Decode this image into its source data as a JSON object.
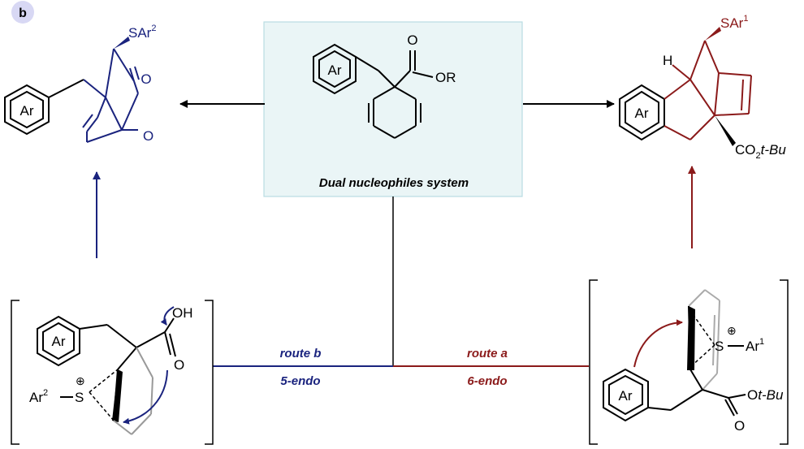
{
  "panel": {
    "badge": "b"
  },
  "center": {
    "ring_label": "Ar",
    "ester_o": "O",
    "ester_or": "OR",
    "caption": "Dual nucleophiles system"
  },
  "left_product": {
    "ring_label": "Ar",
    "sar": "SAr",
    "sar_sup": "2",
    "carbonyl_o": "O",
    "ring_o": "O",
    "color": "#1a237e"
  },
  "right_product": {
    "ring_label": "Ar",
    "h": "H",
    "sar": "SAr",
    "sar_sup": "1",
    "co2": "CO",
    "co2_sub": "2",
    "tbu": "t-Bu",
    "color": "#8b1a1a"
  },
  "left_intermediate": {
    "ring_label": "Ar",
    "oh": "OH",
    "carbonyl_o": "O",
    "sulfonium_plus": "⊕",
    "ar2": "Ar",
    "ar2_sup": "2",
    "s_label": "S"
  },
  "right_intermediate": {
    "ring_label": "Ar",
    "sulfonium_plus": "⊕",
    "s_label": "S",
    "ar1": "Ar",
    "ar1_sup": "1",
    "otbu_o": "O",
    "otbu": "t-Bu",
    "carbonyl_o": "O"
  },
  "routes": {
    "route_b": "route b",
    "mode_b": "5-endo",
    "route_a": "route a",
    "mode_a": "6-endo",
    "color_b": "#1a237e",
    "color_a": "#8b1a1a"
  }
}
